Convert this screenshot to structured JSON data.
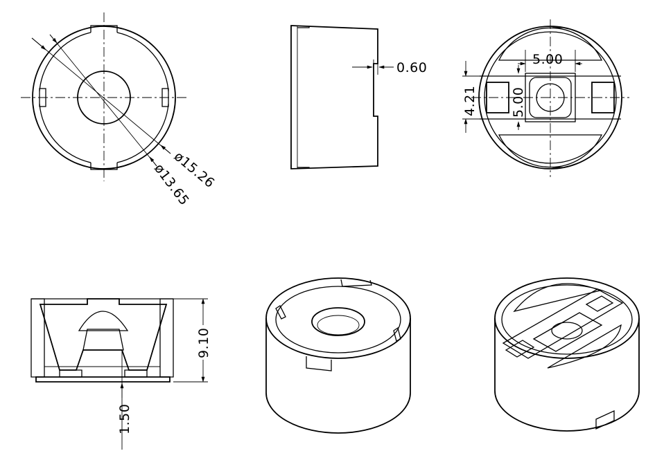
{
  "drawing": {
    "top_view": {
      "dim_outer": "ø15.26",
      "dim_inner": "ø13.65"
    },
    "side_view": {
      "dim_step": "0.60"
    },
    "bottom_view": {
      "dim_width": "5.00",
      "dim_height": "5.00",
      "dim_slot": "4.21"
    },
    "section_view": {
      "dim_height": "9.10",
      "dim_depth": "1.50"
    }
  },
  "colors": {
    "line": "#000000",
    "background": "#ffffff"
  }
}
